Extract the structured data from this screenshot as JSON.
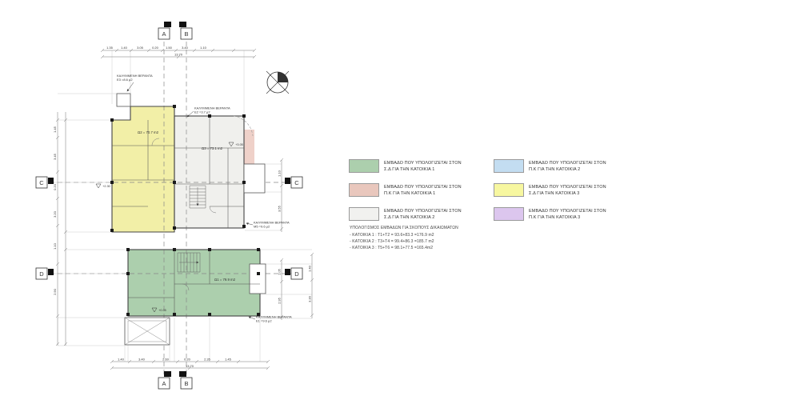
{
  "legend": {
    "items": [
      {
        "key": "sd-katoikia-1",
        "color": "#accfad",
        "line1": "ΕΜΒΑΔΟ ΠΟΥ ΥΠΟΛΟΓΙΖΕΤΑΙ ΣΤΟΝ",
        "line2": "Σ.Δ ΓΙΑ ΤΗΝ ΚΑΤΟΙΚΙΑ 1"
      },
      {
        "key": "pk-katoikia-2",
        "color": "#c3ddf1",
        "line1": "ΕΜΒΑΔΟ ΠΟΥ ΥΠΟΛΟΓΙΖΕΤΑΙ ΣΤΟΝ",
        "line2": "Π.Κ ΓΙΑ ΤΗΝ ΚΑΤΟΙΚΙΑ 2"
      },
      {
        "key": "pk-katoikia-1",
        "color": "#e9c7bd",
        "line1": "ΕΜΒΑΔΟ ΠΟΥ ΥΠΟΛΟΓΙΖΕΤΑΙ ΣΤΟΝ",
        "line2": "Π.Κ ΓΙΑ ΤΗΝ ΚΑΤΟΙΚΙΑ 1"
      },
      {
        "key": "sd-katoikia-3",
        "color": "#f7f7a0",
        "line1": "ΕΜΒΑΔΟ ΠΟΥ ΥΠΟΛΟΓΙΖΕΤΑΙ ΣΤΟΝ",
        "line2": "Σ.Δ ΓΙΑ ΤΗΝ ΚΑΤΟΙΚΙΑ 3"
      },
      {
        "key": "sd-katoikia-2",
        "color": "#f1f1ef",
        "line1": "ΕΜΒΑΔΟ ΠΟΥ ΥΠΟΛΟΓΙΖΕΤΑΙ ΣΤΟΝ",
        "line2": "Σ.Δ ΓΙΑ ΤΗΝ ΚΑΤΟΙΚΙΑ 2"
      },
      {
        "key": "pk-katoikia-3",
        "color": "#dcc6ee",
        "line1": "ΕΜΒΑΔΟ ΠΟΥ ΥΠΟΛΟΓΙΖΕΤΑΙ ΣΤΟΝ",
        "line2": "Π.Κ ΓΙΑ ΤΗΝ ΚΑΤΟΙΚΙΑ 3"
      }
    ]
  },
  "calculations": {
    "title": "ΥΠΟΛΟΓΙΣΜΟΣ ΕΜΒΑΔΩΝ ΓΙΑ ΣΚΟΠΟΥΣ ΔΙΚΑΙΩΜΑΤΩΝ",
    "lines": [
      "- ΚΑΤΟΙΚΙΑ 1 : Τ1+Τ2 = 93.6+83.3 =176.9 m2",
      "- ΚΑΤΟΙΚΙΑ 2 : Τ3+Τ4 = 99.4+86.3 =185.7 m2",
      "- ΚΑΤΟΙΚΙΑ 3 : Τ5+Τ6 = 98.1+77.5 =165.4m2"
    ]
  },
  "plan": {
    "grid": {
      "a": "A",
      "b": "B",
      "c": "C",
      "d": "D"
    },
    "colors": {
      "katoikia1_sd": "#accfad",
      "katoikia3_sd": "#f2efa7",
      "katoikia2_sd": "#f0f0ed",
      "katoikia1_pk": "#ecc9c0"
    },
    "rooms": {
      "yellow": "Ω2 = 70.7 m2",
      "gray": "Ω3 = 73.1 m2",
      "green": "Ω1 = 79.9 m2"
    },
    "annotations": [
      {
        "line1": "ΚΑΛΥΜΜΕΝΗ ΒΕΡΑΝΤΑ",
        "line2": "Ε3 =8.6 μ2"
      },
      {
        "line1": "ΚΑΛΥΜΜΕΝΗ ΒΕΡΑΝΤΑ",
        "line2": "Ε2 =3.7 μ2"
      },
      {
        "line1": "ΚΑΛΥΜΜΕΝΗ ΒΕΡΑΝΤΑ",
        "line2": "Μ5 =9.6 μ2"
      },
      {
        "line1": "ΚΑΛΥΜΜΕΝΗ ΒΕΡΑΝΤΑ",
        "line2": "Ε1 =9.6 μ2"
      }
    ],
    "levels": [
      "+3.05",
      "+2.30",
      "+0.05"
    ],
    "dims": {
      "top": [
        "1.35",
        "1.40",
        "3.05",
        "0.20",
        "1.50",
        "3.40",
        "1.10"
      ],
      "top_total": "13.70",
      "bottom": [
        "1.40",
        "3.40",
        "2.60",
        "0.20",
        "2.35",
        "1.45"
      ],
      "bottom_total": "13.70",
      "left": [
        "1.45",
        "3.45",
        "0.20",
        "3.20",
        "1.10",
        "2.90"
      ],
      "right_upper": [
        "1.10",
        "3.55"
      ],
      "right_lower": [
        "1.05",
        "2.95"
      ],
      "right_outer": [
        "1.40",
        "3.30"
      ]
    }
  }
}
